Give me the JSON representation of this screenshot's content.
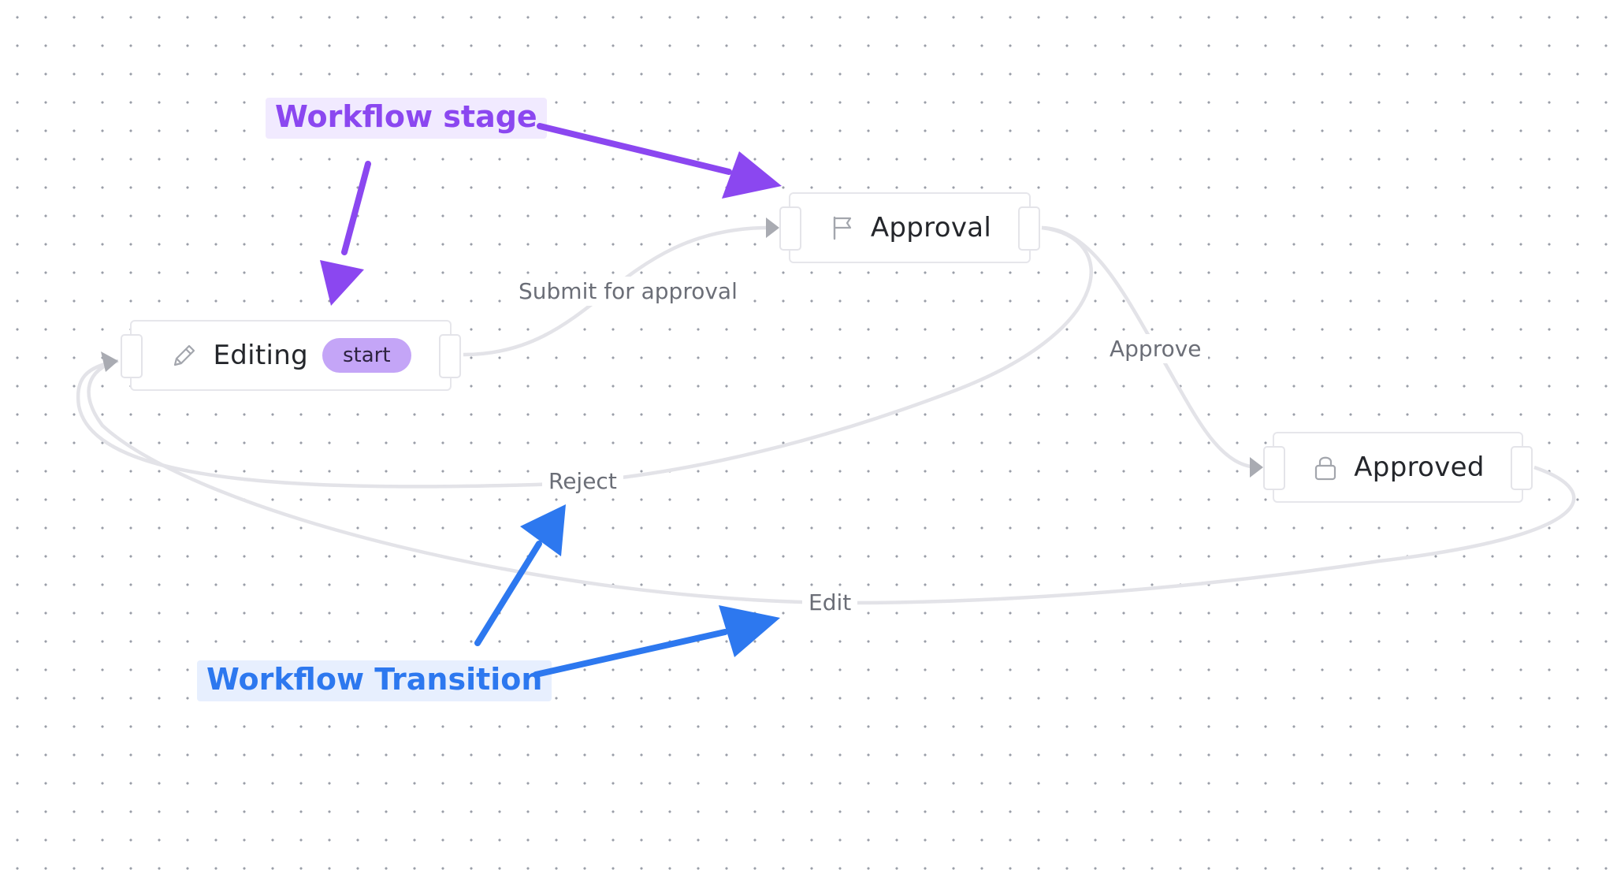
{
  "colors": {
    "stage_accent": "#8b47f0",
    "transition_accent": "#2d78ef",
    "start_badge": "#c4a5f7",
    "edge": "#e3e3e8"
  },
  "callouts": {
    "stage": "Workflow stage",
    "transition": "Workflow Transition"
  },
  "stages": {
    "editing": {
      "label": "Editing",
      "badge": "start",
      "icon": "pencil-icon"
    },
    "approval": {
      "label": "Approval",
      "icon": "flag-icon"
    },
    "approved": {
      "label": "Approved",
      "icon": "lock-icon"
    }
  },
  "transitions": {
    "submit": {
      "label": "Submit for approval",
      "from": "Editing",
      "to": "Approval"
    },
    "approve": {
      "label": "Approve",
      "from": "Approval",
      "to": "Approved"
    },
    "reject": {
      "label": "Reject",
      "from": "Approval",
      "to": "Editing"
    },
    "edit": {
      "label": "Edit",
      "from": "Approved",
      "to": "Editing"
    }
  }
}
